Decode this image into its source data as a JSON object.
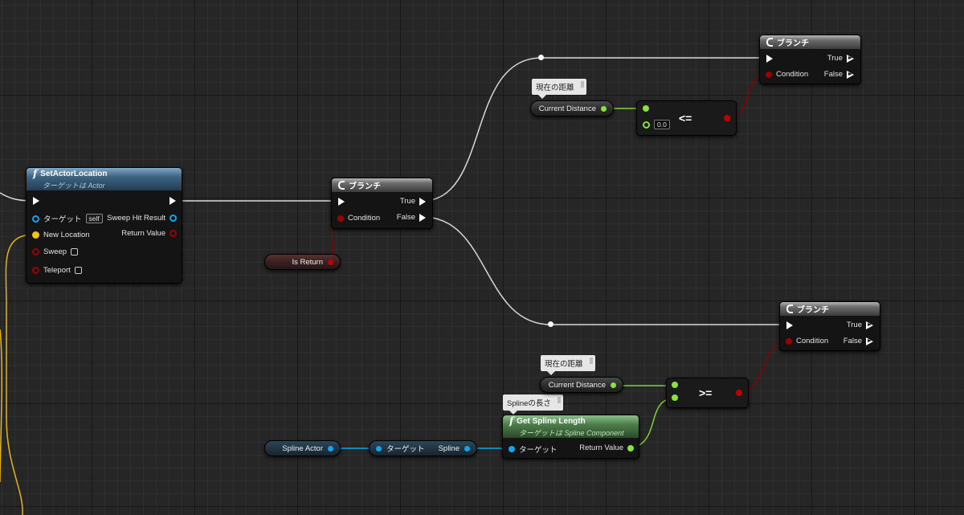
{
  "colors": {
    "exec": "#ffffff",
    "bool": "#9c0000",
    "float": "#8be13d",
    "object": "#0ea6f0",
    "vector": "#f5c316"
  },
  "set_actor_location": {
    "icon": "function-icon",
    "title": "SetActorLocation",
    "subtitle": "ターゲットは Actor",
    "target_label": "ターゲット",
    "target_default": "self",
    "new_location_label": "New Location",
    "sweep_label": "Sweep",
    "teleport_label": "Teleport",
    "sweep_hit_label": "Sweep Hit Result",
    "return_value_label": "Return Value"
  },
  "branch_main": {
    "title": "ブランチ",
    "condition_label": "Condition",
    "true_label": "True",
    "false_label": "False"
  },
  "branch_top": {
    "title": "ブランチ",
    "condition_label": "Condition",
    "true_label": "True",
    "false_label": "False"
  },
  "branch_bottom": {
    "title": "ブランチ",
    "condition_label": "Condition",
    "true_label": "True",
    "false_label": "False"
  },
  "is_return": {
    "label": "Is Return"
  },
  "comment_distance_top": {
    "text": "現在の距離"
  },
  "comment_distance_bottom": {
    "text": "現在の距離"
  },
  "comment_spline_length": {
    "text": "Splineの長さ"
  },
  "current_distance_top": {
    "label": "Current Distance"
  },
  "current_distance_bottom": {
    "label": "Current Distance"
  },
  "compare_le": {
    "operator": "<=",
    "default_value": "0.0"
  },
  "compare_ge": {
    "operator": ">="
  },
  "get_spline_length": {
    "icon": "function-icon",
    "title": "Get Spline Length",
    "subtitle": "ターゲットは Spline Component",
    "target_label": "ターゲット",
    "return_value_label": "Return Value"
  },
  "spline_actor": {
    "label": "Spline Actor"
  },
  "get_spline": {
    "target_label": "ターゲット",
    "output_label": "Spline"
  }
}
